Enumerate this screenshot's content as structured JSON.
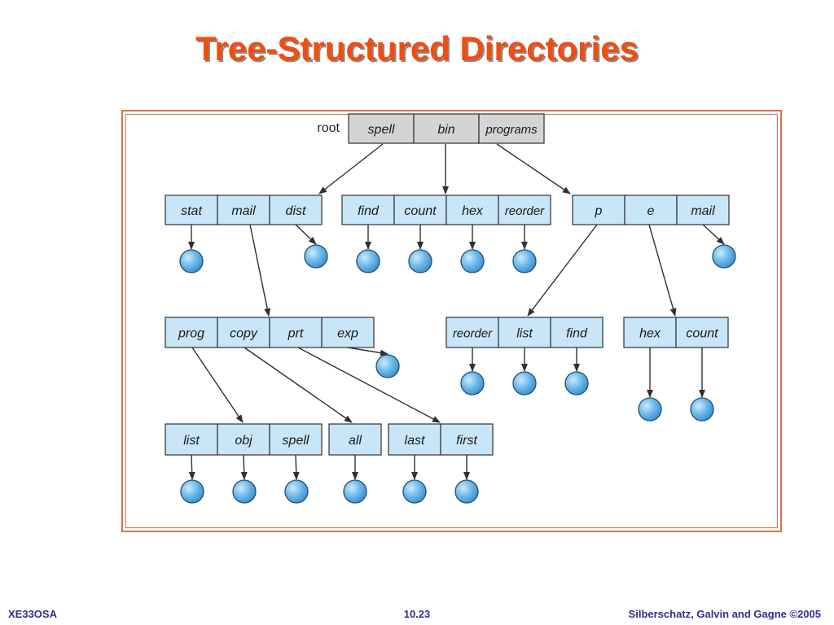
{
  "title": "Tree-Structured Directories",
  "colors": {
    "title": "#f24c0f",
    "root_fill": "#d4d4d4",
    "dir_fill": "#c8e6f7",
    "cell_stroke": "#303030",
    "file_fill": "#6ab7ea",
    "frame": "#d8704a",
    "footer": "#2f2f8f"
  },
  "diagram": {
    "root_label": "root",
    "root": [
      "spell",
      "bin",
      "programs"
    ],
    "level1": {
      "a": [
        "stat",
        "mail",
        "dist"
      ],
      "b": [
        "find",
        "count",
        "hex",
        "reorder"
      ],
      "c": [
        "p",
        "e",
        "mail"
      ]
    },
    "level2": {
      "a": [
        "prog",
        "copy",
        "prt",
        "exp"
      ],
      "b": [
        "reorder",
        "list",
        "find"
      ],
      "c": [
        "hex",
        "count"
      ]
    },
    "level3": {
      "a": [
        "list",
        "obj",
        "spell"
      ],
      "b": [
        "all"
      ],
      "c": [
        "last",
        "first"
      ]
    },
    "file_icon": "circle-file-icon"
  },
  "footer": {
    "left": "XE33OSA",
    "center": "10.23",
    "right": "Silberschatz, Galvin and Gagne ©2005"
  }
}
